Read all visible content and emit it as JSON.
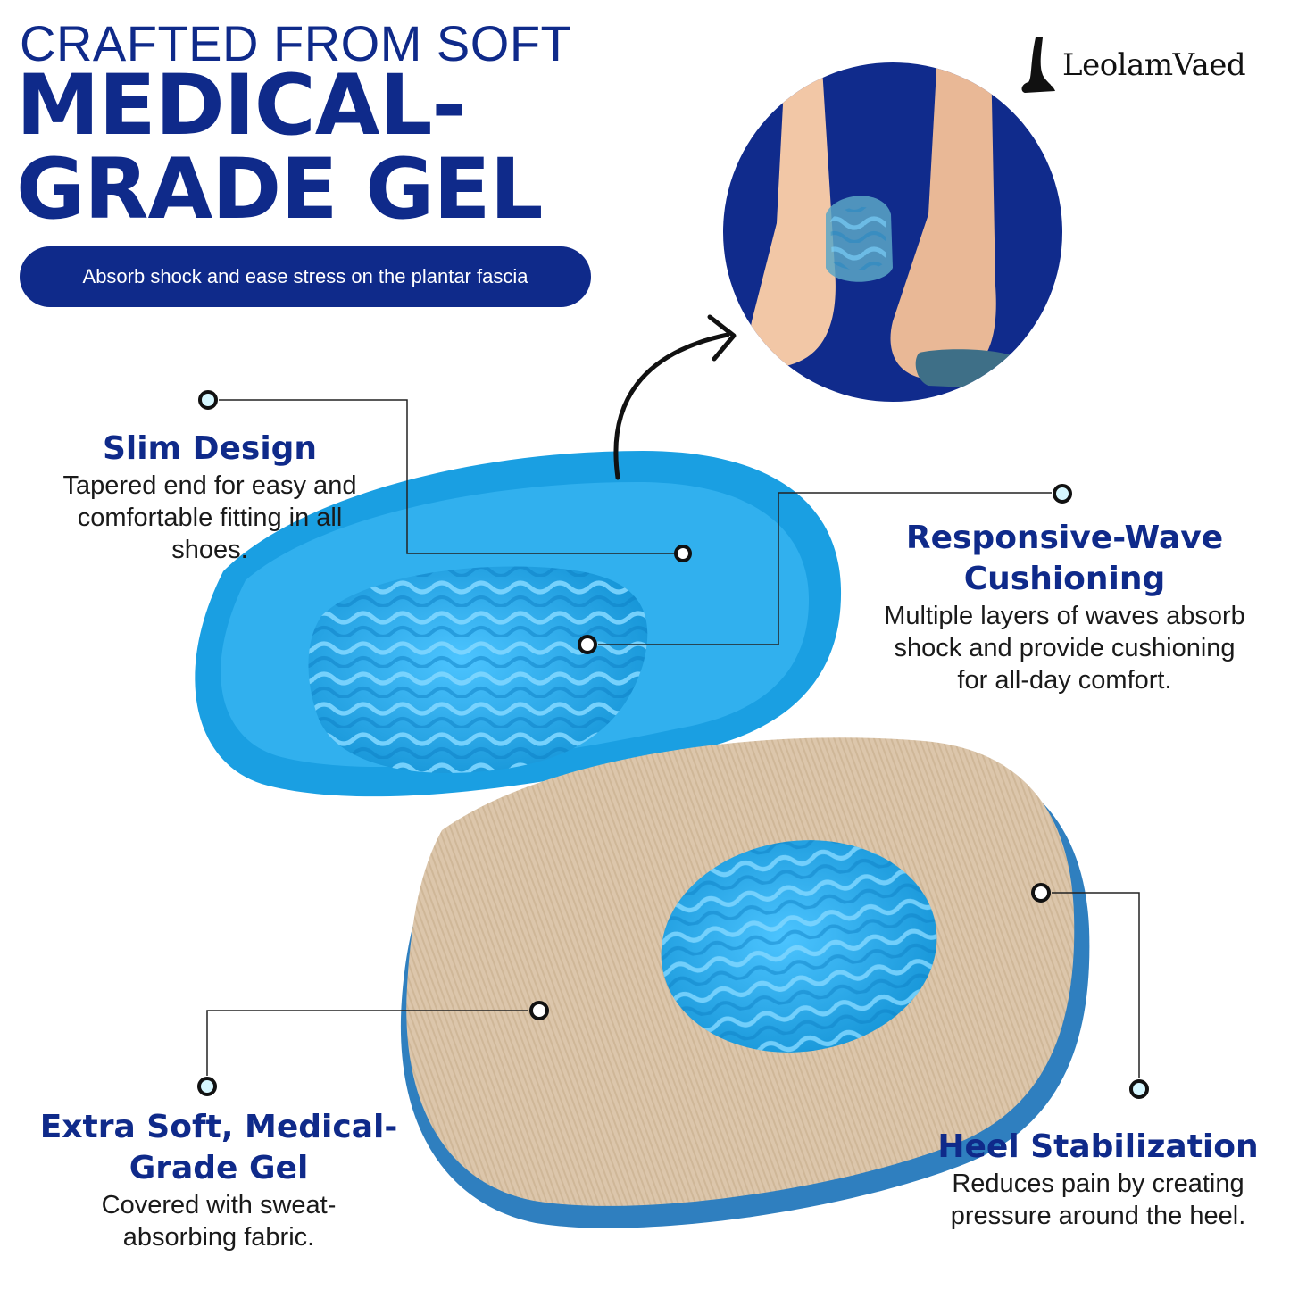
{
  "header": {
    "kicker": "CRAFTED FROM SOFT",
    "headline_line1": "MEDICAL-",
    "headline_line2": "GRADE GEL",
    "subtitle": "Absorb shock and ease stress on the plantar fascia"
  },
  "brand": {
    "name": "LeolamVaed",
    "logo_icon": "foot-silhouette-icon"
  },
  "features": {
    "slim_design": {
      "title": "Slim Design",
      "desc_line1": "Tapered end for easy and",
      "desc_line2": "comfortable fitting in all",
      "desc_line3": "shoes."
    },
    "wave_cushioning": {
      "title_line1": "Responsive-Wave",
      "title_line2": "Cushioning",
      "desc_line1": "Multiple layers of waves absorb",
      "desc_line2": "shock and provide cushioning",
      "desc_line3": "for all-day comfort."
    },
    "soft_gel": {
      "title_line1": "Extra Soft, Medical-",
      "title_line2": "Grade Gel",
      "desc_line1": "Covered with sweat-",
      "desc_line2": "absorbing fabric."
    },
    "heel_stabilization": {
      "title": "Heel Stabilization",
      "desc_line1": "Reduces pain by creating",
      "desc_line2": "pressure around the heel."
    }
  },
  "colors": {
    "brand_navy": "#0f2a8a",
    "gel_blue": "#1ea3e6",
    "fabric_beige": "#dcc7ad",
    "circle_navy": "#102b8c",
    "skin": "#f2c7a6"
  }
}
